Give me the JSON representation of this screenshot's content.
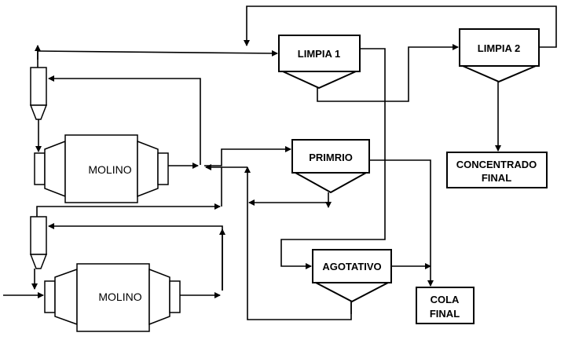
{
  "units": {
    "limpia1": "LIMPIA 1",
    "limpia2": "LIMPIA 2",
    "primario": "PRIMRIO",
    "agotativo": "AGOTATIVO",
    "concentrado_line1": "CONCENTRADO",
    "concentrado_line2": "FINAL",
    "cola_line1": "COLA",
    "cola_line2": "FINAL"
  },
  "mills": {
    "top": "MOLINO",
    "bottom": "MOLINO"
  }
}
